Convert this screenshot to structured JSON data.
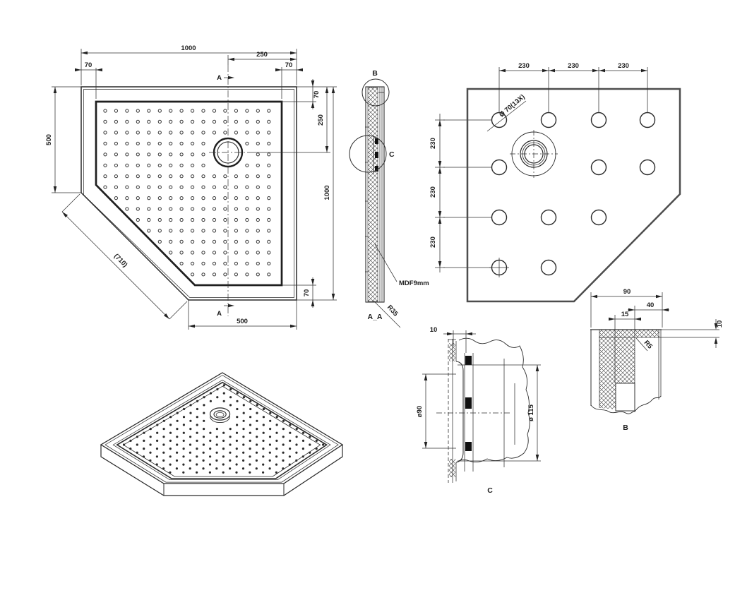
{
  "drawing": {
    "background": "#ffffff",
    "line_color": "#2f2f2f",
    "callout_color": "#465380",
    "plan_view": {
      "dim_width_total": "1000",
      "dim_width_drain_right": "250",
      "dim_inset_top_left": "70",
      "dim_inset_top_right": "70",
      "dim_rim_right_top": "70",
      "dim_drain_from_top": "250",
      "dim_height_total": "1000",
      "dim_rim_right_bottom": "70",
      "dim_left_edge": "500",
      "dim_chamfer_ref": "(710)",
      "dim_bottom_edge": "500",
      "section_label_top": "A",
      "section_label_bottom": "A"
    },
    "section_view": {
      "detail_b_marker": "B",
      "detail_c_marker": "C",
      "material_note": "MDF9mm",
      "radius_note": "R35",
      "view_label": "A_A"
    },
    "bottom_view": {
      "dim_cols": [
        "230",
        "230",
        "230"
      ],
      "dim_rows": [
        "230",
        "230",
        "230"
      ],
      "hole_callout": "Ø 70(13X)"
    },
    "detail_c": {
      "dim_edge": "10",
      "dim_inner_dia": "ø90",
      "dim_outer_dia": "ø 115",
      "label": "C"
    },
    "detail_b": {
      "dim_total": "90",
      "dim_step": "40",
      "dim_notch": "15",
      "dim_skin": "10",
      "radius_note": "R5",
      "label": "B"
    }
  }
}
